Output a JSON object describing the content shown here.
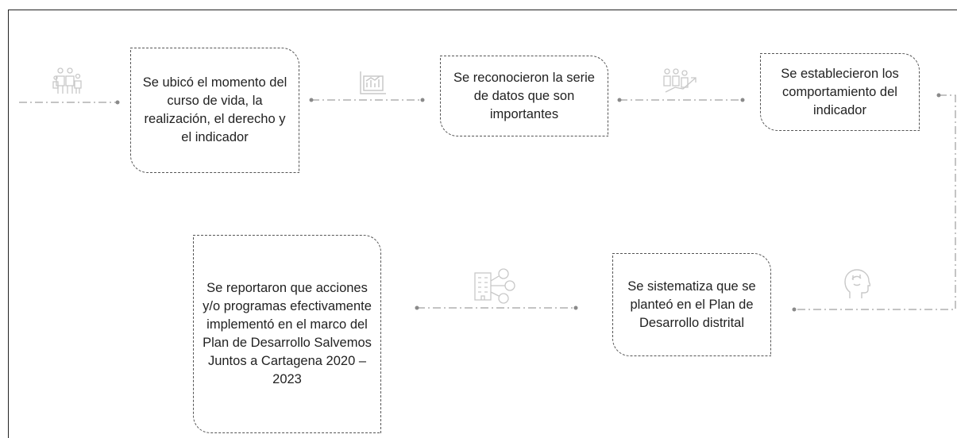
{
  "steps": [
    {
      "text": "Se ubicó el momento del curso de vida, la realización, el derecho y el indicador",
      "icon": "family-icon"
    },
    {
      "text": "Se reconocieron  la serie de datos que son importantes",
      "icon": "chart-board-icon"
    },
    {
      "text": "Se establecieron los comportamiento del indicador",
      "icon": "people-trend-icon"
    },
    {
      "text": "Se sistematiza  que se planteó en el Plan de Desarrollo distrital",
      "icon": "head-brain-icon"
    },
    {
      "text": "Se reportaron que acciones y/o programas efectivamente implementó en el marco del Plan de Desarrollo Salvemos Juntos a Cartagena 2020 – 2023",
      "icon": "building-network-icon"
    }
  ],
  "colors": {
    "line": "#8a8a8a",
    "icon": "#c8c8c8",
    "border": "#555555",
    "text": "#222222"
  }
}
